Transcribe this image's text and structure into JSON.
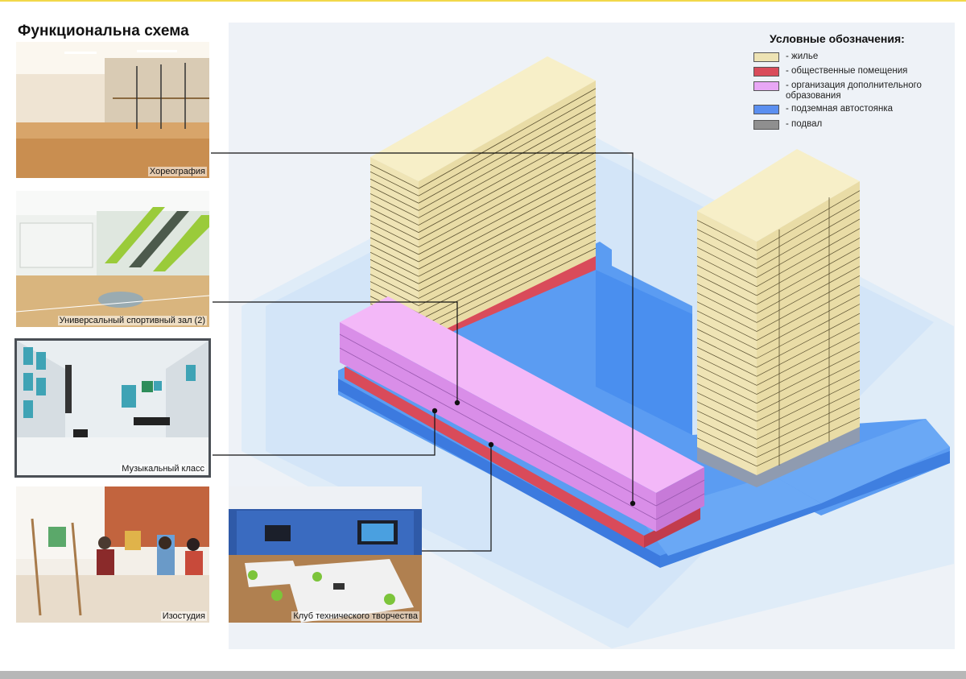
{
  "title": "Функциональна схема",
  "legend": {
    "title": "Условные обозначения:",
    "items": [
      {
        "label": "- жилье",
        "color": "#ede3b4"
      },
      {
        "label": "- общественные помещения",
        "color": "#d94b5a"
      },
      {
        "label": "- организация дополнительного образования",
        "color": "#e8a7f5"
      },
      {
        "label": "- подземная автостоянка",
        "color": "#5b8ff0"
      },
      {
        "label": "- подвал",
        "color": "#8f8f8f"
      }
    ]
  },
  "photos": {
    "choreography": "Хореография",
    "sport_hall": "Универсальный спортивный зал (2)",
    "music_class": "Музыкальный класс",
    "art_studio": "Изостудия",
    "tech_club": "Клуб технического творчества"
  }
}
